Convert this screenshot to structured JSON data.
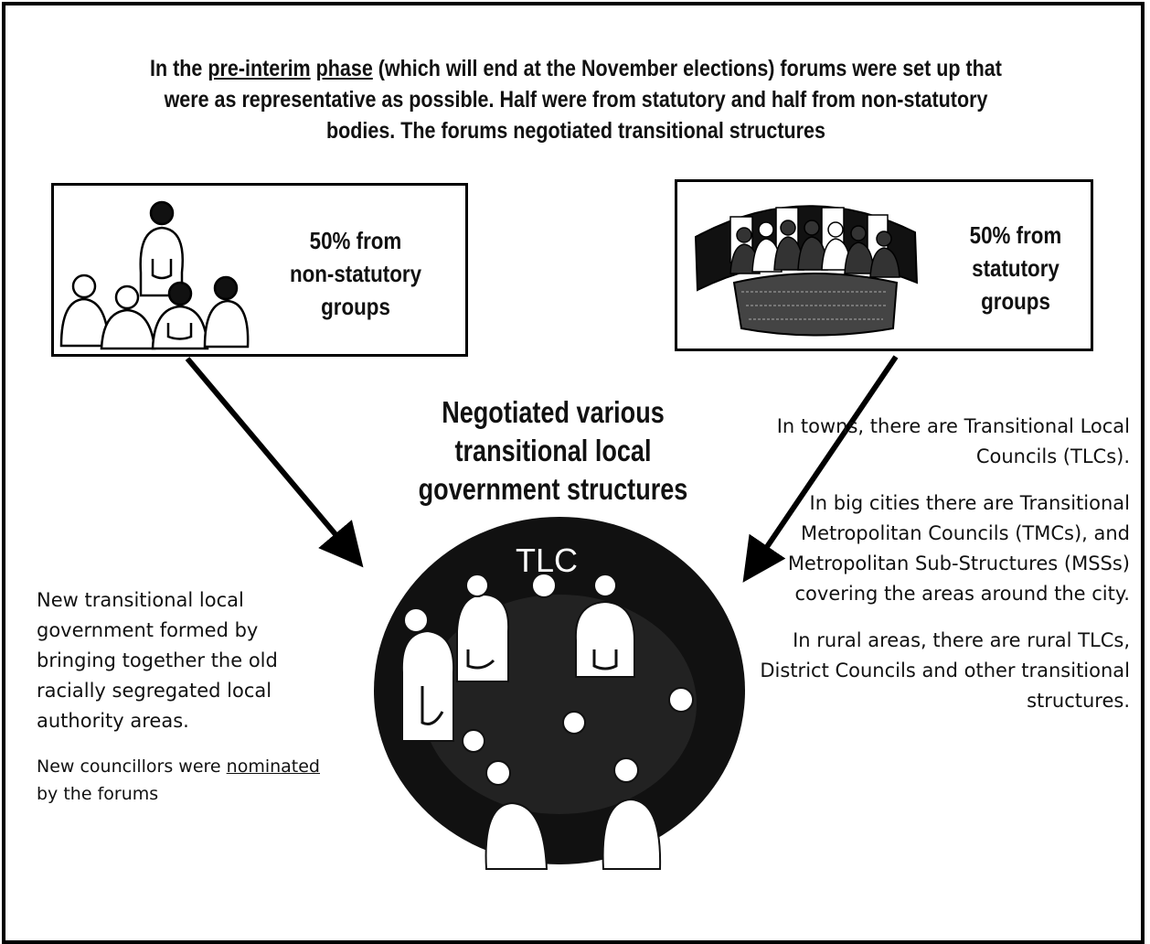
{
  "intro": {
    "part1": "In the ",
    "underline1": "pre-interim",
    "part2": " ",
    "underline2": "phase",
    "part3": " (which will end at the November elections) forums were set up that were as representative as possible. Half were from statutory and half from non-statutory bodies. The forums negotiated transitional structures"
  },
  "left_box": {
    "line1": "50% from",
    "line2": "non-statutory",
    "line3": "groups"
  },
  "right_box": {
    "line1": "50% from",
    "line2": "statutory",
    "line3": "groups"
  },
  "center_heading": {
    "line1": "Negotiated various",
    "line2": "transitional local",
    "line3": "government structures"
  },
  "circle_label": "TLC",
  "left_text": {
    "p1": "New transitional local government formed by bringing together the old racially segregated local authority areas.",
    "p2_part1": "New councillors were ",
    "p2_underline": "nominated",
    "p2_part2": " by the forums"
  },
  "right_text": {
    "p1": "In towns, there are Transitional Local Councils (TLCs).",
    "p2": "In big cities there are Transitional Metropolitan Councils (TMCs), and Metropolitan Sub-Structures (MSSs) covering the areas around the city.",
    "p3": "In rural areas, there are rural TLCs, District Councils and other transitional structures."
  }
}
